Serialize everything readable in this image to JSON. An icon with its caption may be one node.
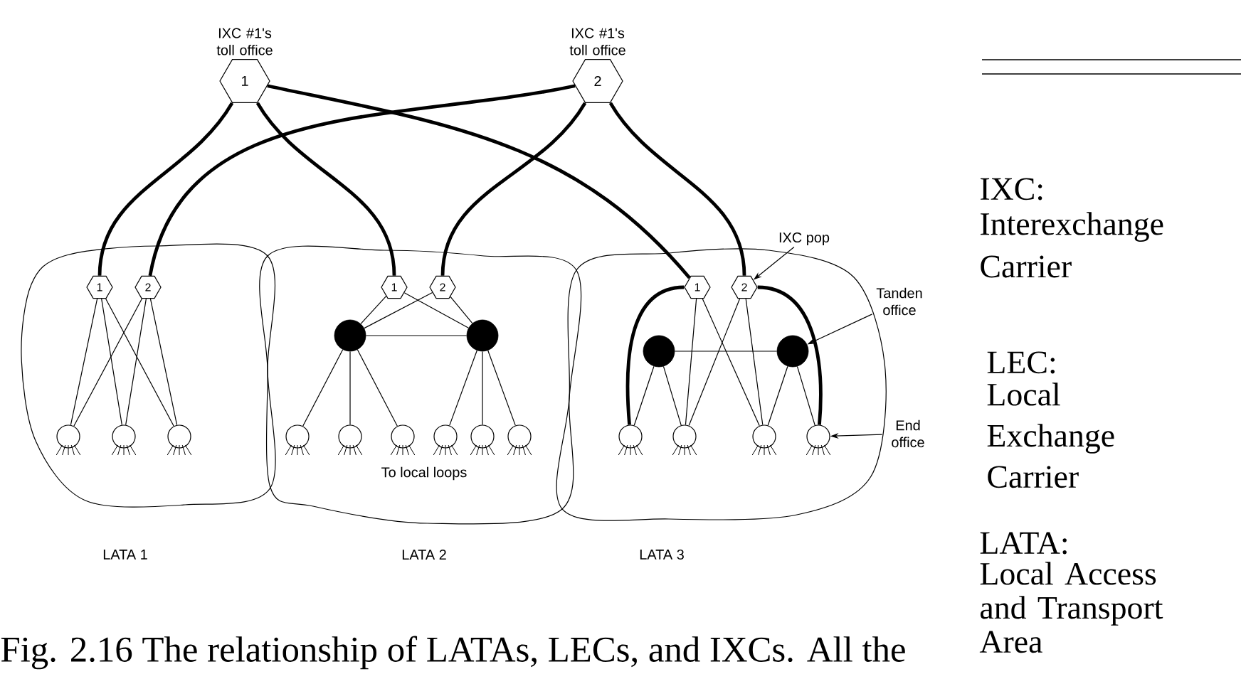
{
  "diagram": {
    "caption": "Fig. 2.16 The relationship of LATAs, LECs, and IXCs. All the",
    "nodes": [
      {
        "text": [
          "1"
        ],
        "beside": [
          "IXC #1's toll office"
        ]
      },
      {
        "text": [
          "2"
        ],
        "beside": [
          "IXC #1's toll office"
        ]
      },
      {
        "text": [
          "LATA 1"
        ]
      },
      {
        "text": [
          "LATA 2"
        ]
      },
      {
        "text": [
          "LATA 3"
        ]
      },
      {
        "text": [
          "1"
        ],
        "in": 2
      },
      {
        "text": [
          "2"
        ],
        "in": 2
      },
      {
        "text": [],
        "shape": "circle",
        "in": 2
      },
      {
        "text": [],
        "shape": "circle",
        "in": 2
      },
      {
        "text": [],
        "shape": "circle",
        "in": 2
      },
      {
        "text": [
          "1"
        ],
        "in": 3
      },
      {
        "text": [
          "2"
        ],
        "in": 3
      },
      {
        "text": [],
        "shape": "circle",
        "in": 3
      },
      {
        "text": [],
        "shape": "circle",
        "in": 3
      },
      {
        "text": [],
        "shape": "circle",
        "in": 3
      },
      {
        "text": [],
        "shape": "circle",
        "in": 3
      },
      {
        "text": [],
        "shape": "circle",
        "in": 3
      },
      {
        "text": [],
        "shape": "circle",
        "in": 3
      },
      {
        "text": [],
        "shape": "circle",
        "in": 3
      },
      {
        "text": [],
        "shape": "circle",
        "in": 3
      },
      {
        "text": [
          "1"
        ],
        "in": 4
      },
      {
        "text": [
          "2"
        ],
        "in": 4
      },
      {
        "text": [],
        "shape": "circle",
        "in": 4
      },
      {
        "text": [],
        "shape": "circle",
        "in": 4
      },
      {
        "text": [],
        "shape": "circle",
        "in": 4
      },
      {
        "text": [],
        "shape": "circle",
        "in": 4
      },
      {
        "text": [],
        "shape": "circle",
        "in": 4
      },
      {
        "text": [],
        "shape": "circle",
        "in": 4
      },
      {
        "text": [
          "IXC pop"
        ]
      },
      {
        "text": [
          "Tanden office"
        ]
      },
      {
        "text": [
          "End office"
        ]
      }
    ],
    "edges": [
      {
        "from": 0,
        "to": 5,
        "arrow": "none",
        "style": "thick"
      },
      {
        "from": 0,
        "to": 10,
        "arrow": "none",
        "style": "thick"
      },
      {
        "from": 0,
        "to": 20,
        "arrow": "none",
        "style": "thick"
      },
      {
        "from": 1,
        "to": 6,
        "arrow": "none",
        "style": "thick"
      },
      {
        "from": 1,
        "to": 11,
        "arrow": "none",
        "style": "thick"
      },
      {
        "from": 1,
        "to": 21,
        "arrow": "none",
        "style": "thick"
      },
      {
        "from": 5,
        "to": 7,
        "arrow": "none"
      },
      {
        "from": 5,
        "to": 8,
        "arrow": "none"
      },
      {
        "from": 5,
        "to": 9,
        "arrow": "none"
      },
      {
        "from": 6,
        "to": 7,
        "arrow": "none"
      },
      {
        "from": 6,
        "to": 8,
        "arrow": "none"
      },
      {
        "from": 6,
        "to": 9,
        "arrow": "none"
      },
      {
        "from": 10,
        "to": 12,
        "arrow": "none"
      },
      {
        "from": 10,
        "to": 13,
        "arrow": "none"
      },
      {
        "from": 11,
        "to": 12,
        "arrow": "none"
      },
      {
        "from": 11,
        "to": 13,
        "arrow": "none"
      },
      {
        "from": 12,
        "to": 13,
        "arrow": "none"
      },
      {
        "from": 12,
        "to": 14,
        "arrow": "none"
      },
      {
        "from": 12,
        "to": 15,
        "arrow": "none"
      },
      {
        "from": 12,
        "to": 16,
        "arrow": "none"
      },
      {
        "from": 13,
        "to": 17,
        "arrow": "none"
      },
      {
        "from": 13,
        "to": 18,
        "arrow": "none"
      },
      {
        "from": 13,
        "to": 19,
        "arrow": "none"
      },
      {
        "from": 20,
        "to": 24,
        "arrow": "none",
        "style": "thick"
      },
      {
        "from": 21,
        "to": 27,
        "arrow": "none",
        "style": "thick"
      },
      {
        "from": 22,
        "to": 23,
        "arrow": "none"
      },
      {
        "from": 22,
        "to": 24,
        "arrow": "none"
      },
      {
        "from": 22,
        "to": 25,
        "arrow": "none"
      },
      {
        "from": 20,
        "to": 25,
        "arrow": "none"
      },
      {
        "from": 20,
        "to": 26,
        "arrow": "none"
      },
      {
        "from": 21,
        "to": 25,
        "arrow": "none"
      },
      {
        "from": 21,
        "to": 26,
        "arrow": "none"
      },
      {
        "from": 23,
        "to": 26,
        "arrow": "none"
      },
      {
        "from": 23,
        "to": 27,
        "arrow": "none"
      },
      {
        "from": 28,
        "to": 21,
        "arrow": "to"
      },
      {
        "from": 29,
        "to": 23,
        "arrow": "to"
      },
      {
        "from": 30,
        "to": 27,
        "arrow": "to"
      }
    ],
    "labels": [
      "To local loops",
      "IXC:",
      "Interexchange Carrier",
      "LEC:",
      "Local Exchange Carrier",
      "LATA:",
      "Local Access and Transport Area"
    ]
  }
}
